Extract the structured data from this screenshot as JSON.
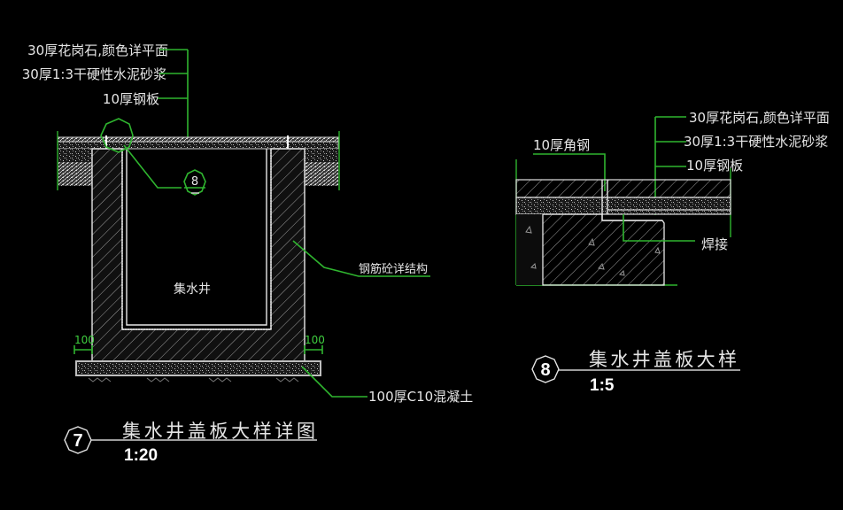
{
  "colors": {
    "background": "#000000",
    "leader": "#2fb52f",
    "line": "#e8e8e8",
    "text": "#e6e6e6"
  },
  "detail7": {
    "layer_labels": [
      "30厚花岗石,颜色详平面",
      "30厚1:3干硬性水泥砂浆",
      "10厚钢板"
    ],
    "pit_label": "集水井",
    "structure_label": "钢筋砼详结构",
    "base_label": "100厚C10混凝土",
    "dim_left": "100",
    "dim_right": "100",
    "callout_number": "8",
    "title_number": "7",
    "title": "集水井盖板大样详图",
    "scale": "1:20"
  },
  "detail8": {
    "layer_labels": [
      "30厚花岗石,颜色详平面",
      "30厚1:3干硬性水泥砂浆",
      "10厚钢板"
    ],
    "angle_label": "10厚角钢",
    "weld_label": "焊接",
    "title_number": "8",
    "title": "集水井盖板大样",
    "scale": "1:5"
  }
}
